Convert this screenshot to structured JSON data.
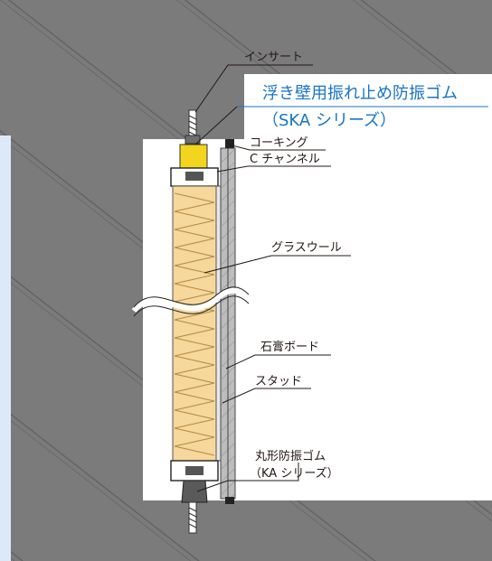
{
  "title": {
    "line1": "浮き壁用振れ止め防振ゴム",
    "line2": "（SKA シリーズ）"
  },
  "labels": {
    "insert": "インサート",
    "caulking": "コーキング",
    "c_channel": "C チャンネル",
    "glass_wool": "グラスウール",
    "gypsum_board": "石膏ボード",
    "stud": "スタッド",
    "round_rubber_line1": "丸形防振ゴム",
    "round_rubber_line2": "（KA シリーズ）"
  },
  "colors": {
    "concrete": "#7b7b7b",
    "title_blue": "#1a74c4",
    "rubber_yellow": "#f2d51c",
    "glass_wool": "#f6d79c",
    "board": "#bdbdbd",
    "left_accent": "#dbeaf6"
  }
}
